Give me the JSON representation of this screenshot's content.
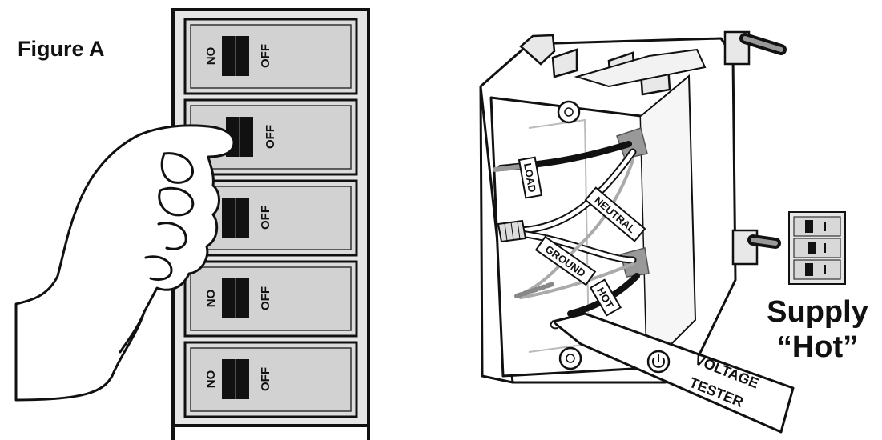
{
  "figure_label": "Figure A",
  "breaker_panel": {
    "on_label": "ON",
    "off_label": "OFF"
  },
  "wire_labels": {
    "load": "LOAD",
    "neutral": "NEUTRAL",
    "ground": "GROUND",
    "hot": "HOT"
  },
  "voltage_tester": {
    "label_line1": "VOLTAGE",
    "label_line2": "TESTER",
    "icon": "power-icon"
  },
  "supply_label": {
    "line1": "Supply",
    "line2": "“Hot”"
  }
}
